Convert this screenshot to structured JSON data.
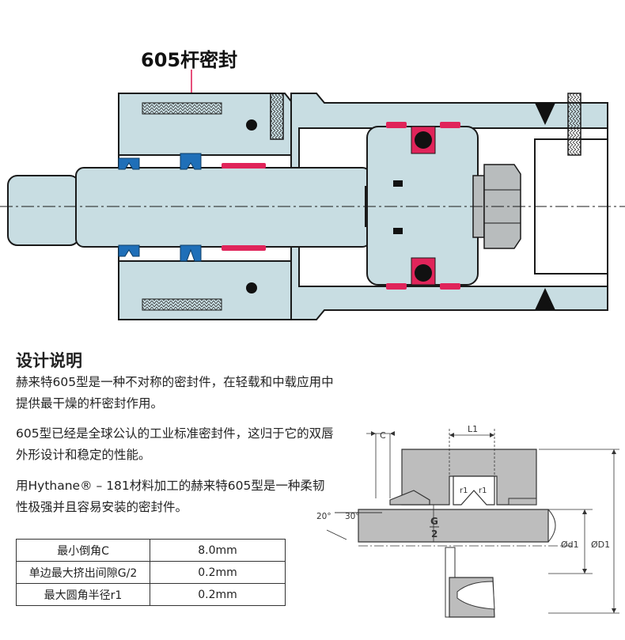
{
  "title_label": "605杆密封",
  "section_title": "设计说明",
  "paragraphs": [
    "赫来特605型是一种不对称的密封件，在轻载和中载应用中提供最干燥的杆密封作用。",
    "605型已经是全球公认的工业标准密封件，这归于它的双唇外形设计和稳定的性能。",
    "用Hythane® – 181材料加工的赫来特605型是一种柔韧性极强并且容易安装的密封件。"
  ],
  "spec_table": [
    {
      "label": "最小倒角C",
      "value": "8.0mm"
    },
    {
      "label": "单边最大挤出间隙G/2",
      "value": "0.2mm"
    },
    {
      "label": "最大圆角半径r1",
      "value": "0.2mm"
    }
  ],
  "detail_labels": {
    "c": "C",
    "l1": "L1",
    "r1_left": "r1",
    "r1_right": "r1",
    "angle_20": "20°",
    "angle_30": "30°",
    "g": "G",
    "g_den": "2",
    "d1": "Ød1",
    "D1": "ØD1"
  },
  "colors": {
    "housing": "#c8dde2",
    "outline": "#1a1a1a",
    "seal_blue": "#1f6fb8",
    "seal_red": "#e0245a",
    "nut": "#b8bcbd",
    "detail_gray": "#bdbdbd"
  }
}
